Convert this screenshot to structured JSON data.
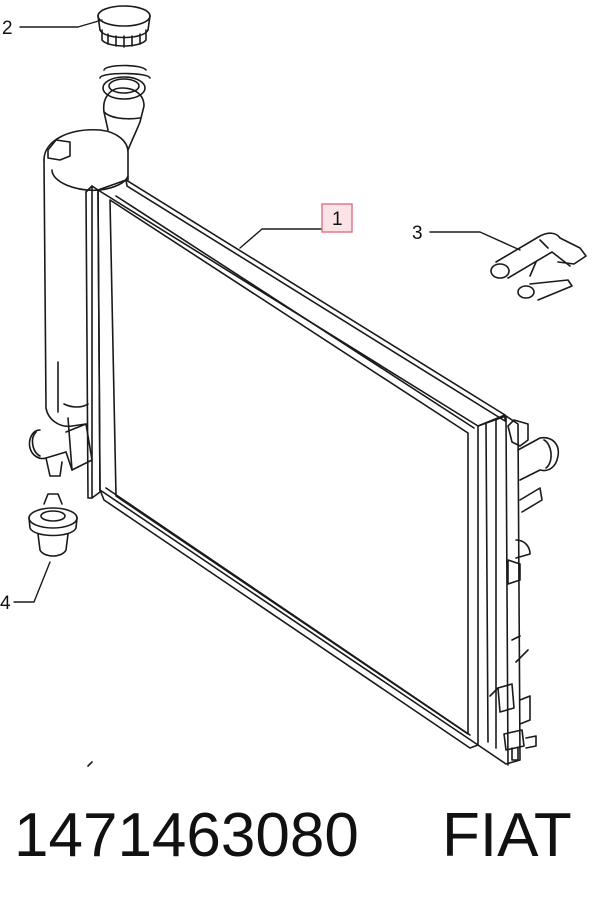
{
  "callouts": {
    "c1": "1",
    "c2": "2",
    "c3": "3",
    "c4": "4"
  },
  "footer": {
    "part_number": "1471463080",
    "brand": "FIAT"
  },
  "colors": {
    "line": "#1a1a1a",
    "highlight": "#e07a8a",
    "highlight_fill": "#fbe3e7"
  }
}
